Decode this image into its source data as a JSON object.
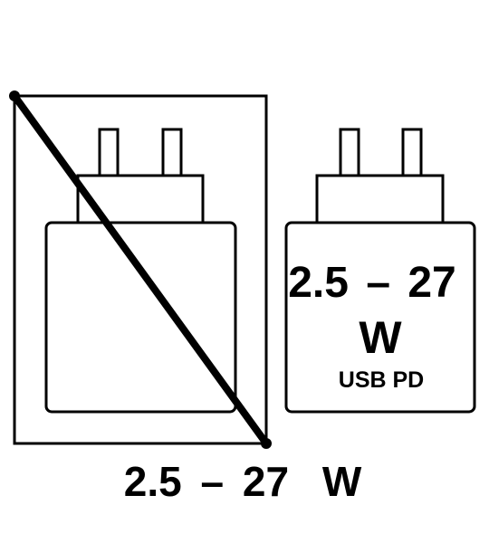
{
  "no_charger_label": {
    "min": "2.5",
    "dash": "–",
    "max": "27",
    "unit": "W"
  },
  "charger": {
    "range_min": "2.5",
    "range_dash": "–",
    "range_max": "27",
    "unit": "W",
    "protocol": "USB PD"
  },
  "icons": {
    "excluded_charger": "power-adapter-icon",
    "crossed_out": "diagonal-strike-icon",
    "compatible_charger": "power-adapter-icon"
  },
  "colors": {
    "stroke": "#000000",
    "background": "#ffffff"
  }
}
